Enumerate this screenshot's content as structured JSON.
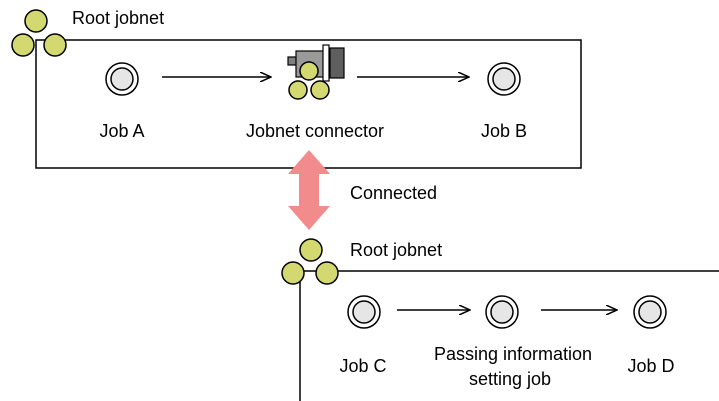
{
  "upper_jobnet": {
    "title": "Root jobnet",
    "job_a": "Job A",
    "connector": "Jobnet connector",
    "job_b": "Job B"
  },
  "connection": {
    "label": "Connected"
  },
  "lower_jobnet": {
    "title": "Root jobnet",
    "job_c": "Job C",
    "passing_line1": "Passing information",
    "passing_line2": "setting job",
    "job_d": "Job D"
  },
  "colors": {
    "jobnet_icon": "#d4d870",
    "job_icon_fill": "#e6e6e6",
    "connector_gray": "#7f7f7f",
    "connected_arrow": "#f28b8b"
  }
}
